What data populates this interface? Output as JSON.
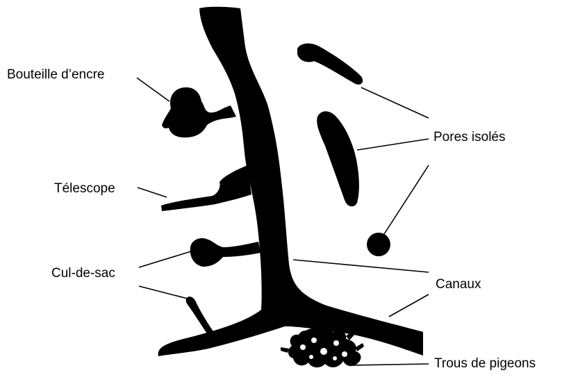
{
  "labels": {
    "ink_bottle": "Bouteille d’encre",
    "telescope": "Télescope",
    "dead_end": "Cul-de-sac",
    "isolated_pores": "Pores isolés",
    "channels": "Canaux",
    "pigeon_holes": "Trous de pigeons"
  },
  "colors": {
    "ink": "#000000",
    "background": "#ffffff"
  }
}
